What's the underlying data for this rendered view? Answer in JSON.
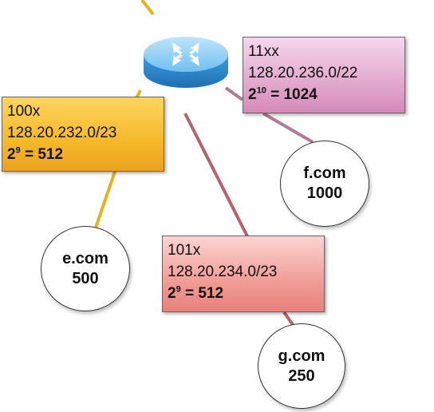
{
  "router": {
    "icon": "router-icon",
    "color": "#4aa8e8"
  },
  "subnets": {
    "s100x": {
      "prefix": "100x",
      "cidr": "128.20.232.0/23",
      "size_base": "2",
      "size_exp": "9",
      "size_value": " = 512",
      "color": "#f5b92a"
    },
    "s11xx": {
      "prefix": "11xx",
      "cidr": "128.20.236.0/22",
      "size_base": "2",
      "size_exp": "10",
      "size_value": " = 1024",
      "color": "#e2a9ce"
    },
    "s101x": {
      "prefix": "101x",
      "cidr": "128.20.234.0/23",
      "size_base": "2",
      "size_exp": "9",
      "size_value": " = 512",
      "color": "#f19c97"
    }
  },
  "hosts": {
    "f": {
      "name": "f.com",
      "count": "1000"
    },
    "e": {
      "name": "e.com",
      "count": "500"
    },
    "g": {
      "name": "g.com",
      "count": "250"
    }
  },
  "link_colors": {
    "yellow": "#e2b31c",
    "pink": "#b27a95",
    "red": "#b4646d"
  }
}
